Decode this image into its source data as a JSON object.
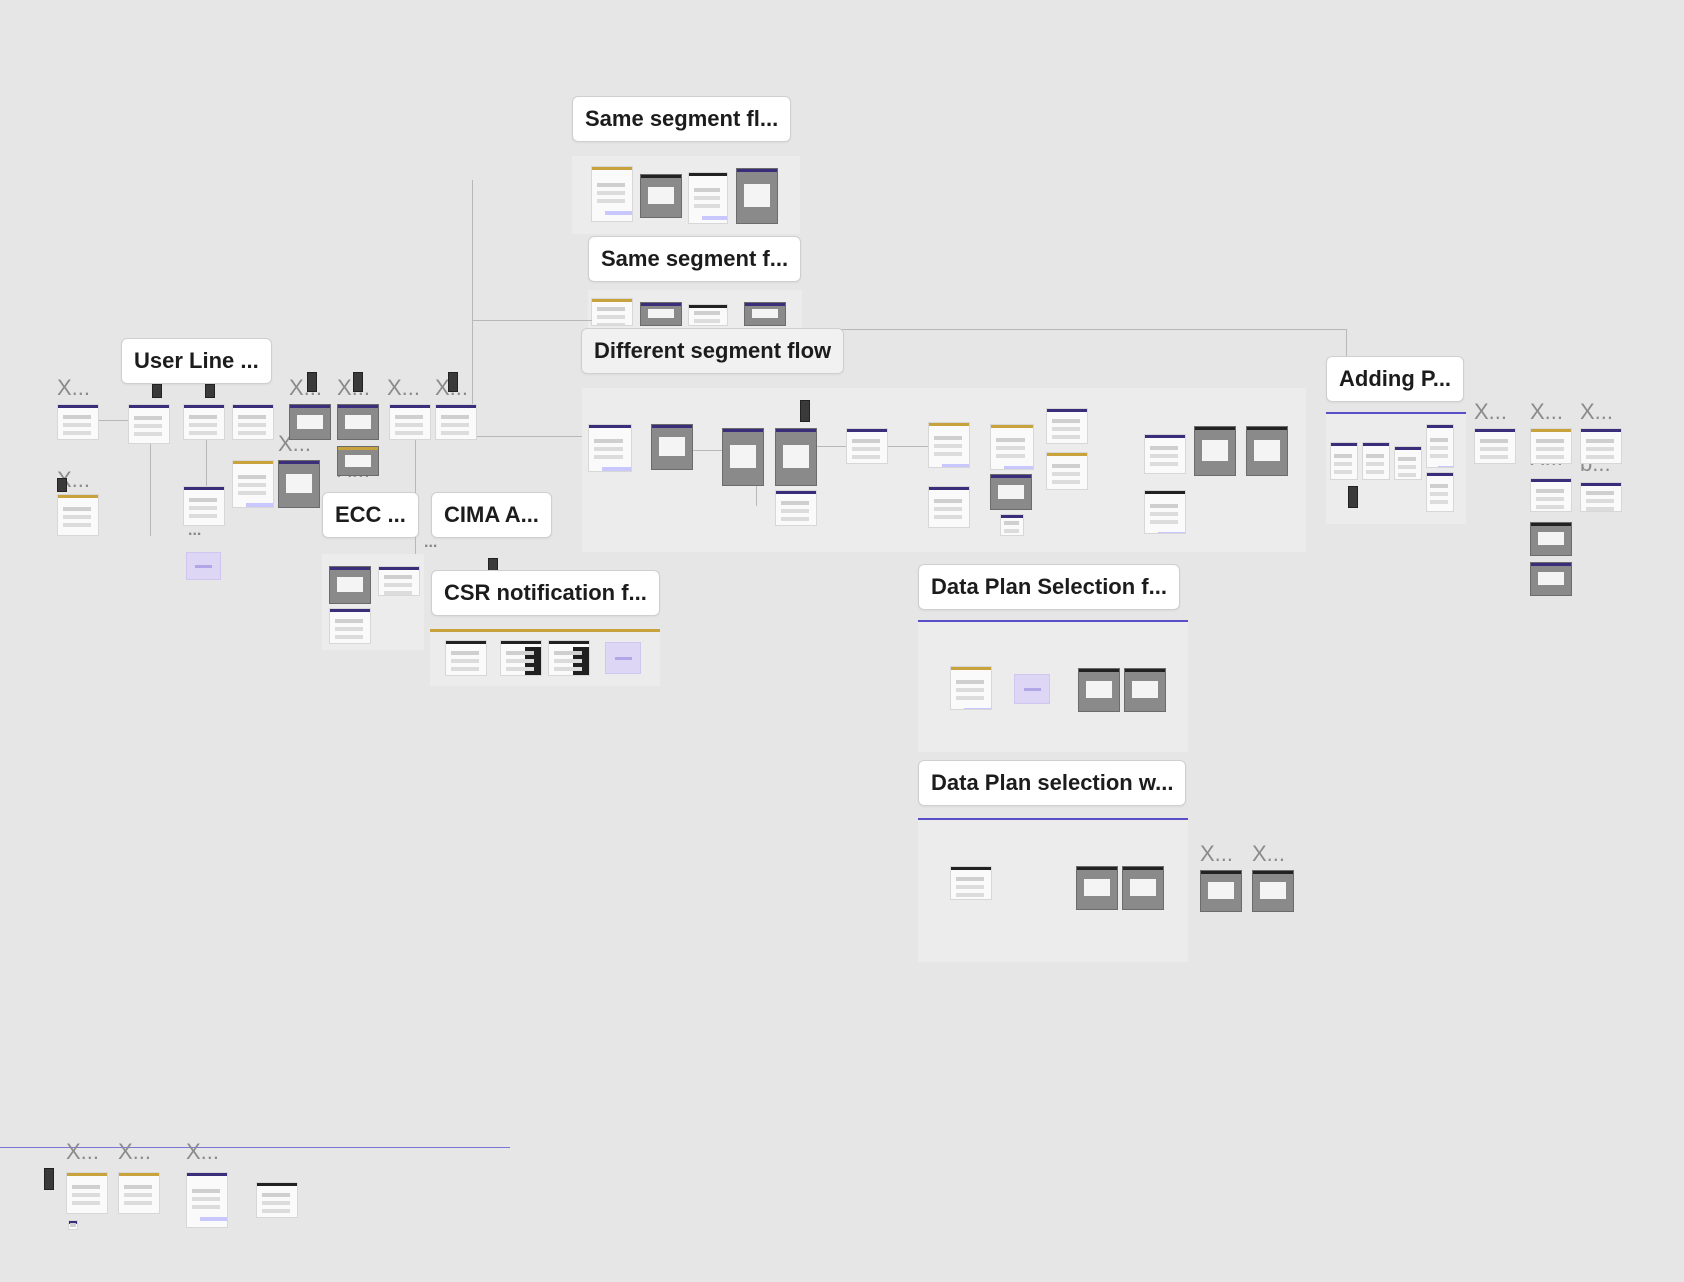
{
  "canvas": {
    "background": "#e6e6e6"
  },
  "colors": {
    "accent": "#5b4fc9",
    "frame_header": "#3a2e7a",
    "gold": "#c8a23c",
    "lilac": "#ddd6f5"
  },
  "sections": [
    {
      "id": "same-segment-1",
      "title": "Same segment fl..."
    },
    {
      "id": "same-segment-2",
      "title": "Same segment f..."
    },
    {
      "id": "user-line",
      "title": "User Line ..."
    },
    {
      "id": "different-segment",
      "title": "Different segment flow"
    },
    {
      "id": "adding",
      "title": "Adding P..."
    },
    {
      "id": "ecc",
      "title": "ECC ..."
    },
    {
      "id": "cima",
      "title": "CIMA A..."
    },
    {
      "id": "csr",
      "title": "CSR notification f..."
    },
    {
      "id": "data-plan-1",
      "title": "Data Plan Selection f..."
    },
    {
      "id": "data-plan-2",
      "title": "Data Plan selection w..."
    }
  ],
  "frame_labels": {
    "x": "X...",
    "b": "b..."
  },
  "ellipsis": "..."
}
